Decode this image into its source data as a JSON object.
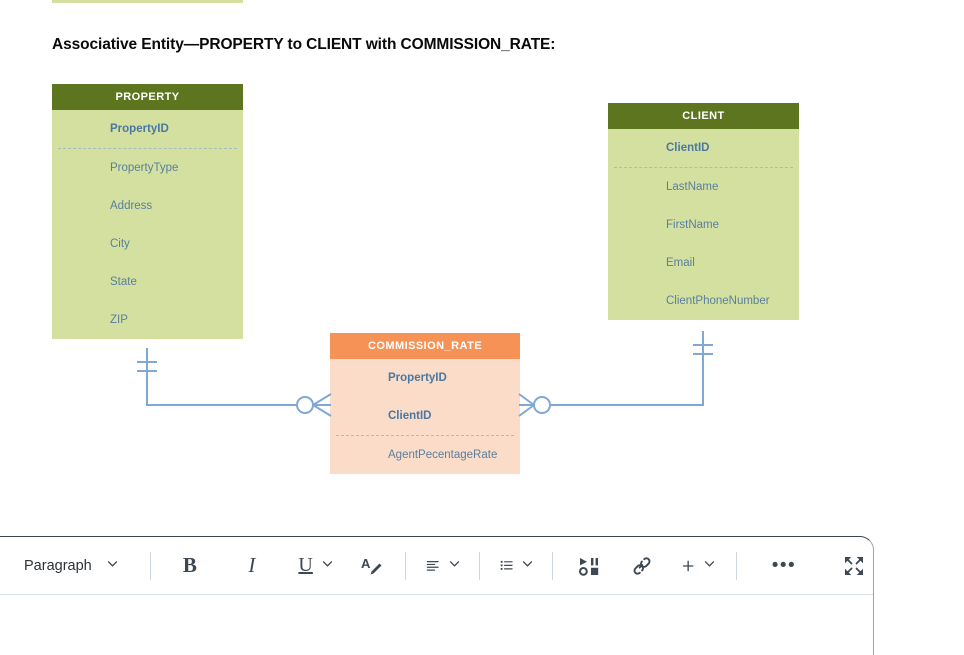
{
  "document": {
    "heading": "Associative Entity—PROPERTY to CLIENT with COMMISSION_RATE:",
    "previous_entity_strip": "partial-green-entity-above"
  },
  "erd": {
    "notation": "crow's-foot",
    "entities": [
      {
        "id": "property",
        "name": "PROPERTY",
        "color": "#5e7520",
        "body_color": "#d3e0a0",
        "attributes": [
          {
            "label": "PropertyID",
            "key": true
          },
          {
            "label": "PropertyType",
            "key": false
          },
          {
            "label": "Address",
            "key": false
          },
          {
            "label": "City",
            "key": false
          },
          {
            "label": "State",
            "key": false
          },
          {
            "label": "ZIP",
            "key": false
          }
        ]
      },
      {
        "id": "client",
        "name": "CLIENT",
        "color": "#5e7520",
        "body_color": "#d3e0a0",
        "attributes": [
          {
            "label": "ClientID",
            "key": true
          },
          {
            "label": "LastName",
            "key": false
          },
          {
            "label": "FirstName",
            "key": false
          },
          {
            "label": "Email",
            "key": false
          },
          {
            "label": "ClientPhoneNumber",
            "key": false
          }
        ]
      },
      {
        "id": "commission_rate",
        "name": "COMMISSION_RATE",
        "color": "#f79256",
        "body_color": "#fbdcc8",
        "attributes": [
          {
            "label": "PropertyID",
            "key": true
          },
          {
            "label": "ClientID",
            "key": true
          },
          {
            "label": "AgentPecentageRate",
            "key": false
          }
        ]
      }
    ],
    "relationships": [
      {
        "from": "PROPERTY",
        "to": "COMMISSION_RATE",
        "from_cardinality": "one-and-only-one",
        "to_cardinality": "zero-or-many",
        "line_color": "#7fa8d4"
      },
      {
        "from": "CLIENT",
        "to": "COMMISSION_RATE",
        "from_cardinality": "one-and-only-one",
        "to_cardinality": "zero-or-many",
        "line_color": "#7fa8d4"
      }
    ]
  },
  "editor": {
    "toolbar": {
      "style_select": {
        "value": "Paragraph",
        "chevron": "⌄"
      },
      "bold": "B",
      "italic": "I",
      "underline": "U",
      "text_color": "A",
      "align": "align-left",
      "list": "bulleted-list",
      "media": "media",
      "link": "link",
      "insert": "+",
      "more": "•••",
      "fullscreen": "expand"
    }
  }
}
